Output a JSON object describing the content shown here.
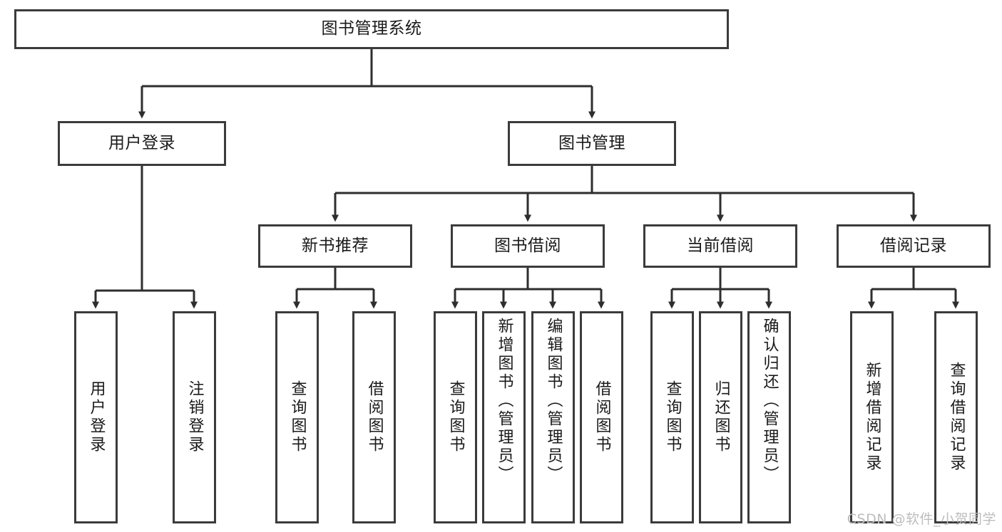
{
  "diagram": {
    "type": "tree-hierarchy-chart",
    "title_node": {
      "label": "图书管理系统"
    },
    "level2": [
      {
        "label": "用户登录"
      },
      {
        "label": "图书管理"
      }
    ],
    "level3": [
      {
        "label": "新书推荐"
      },
      {
        "label": "图书借阅"
      },
      {
        "label": "当前借阅"
      },
      {
        "label": "借阅记录"
      }
    ],
    "leaves": {
      "user_login": [
        {
          "label": "用户登录"
        },
        {
          "label": "注销登录"
        }
      ],
      "new_book_recommend": [
        {
          "label": "查询图书"
        },
        {
          "label": "借阅图书"
        }
      ],
      "book_borrow": [
        {
          "label": "查询图书"
        },
        {
          "label": "新增图书（管理员）"
        },
        {
          "label": "编辑图书（管理员）"
        },
        {
          "label": "借阅图书"
        }
      ],
      "current_borrow": [
        {
          "label": "查询图书"
        },
        {
          "label": "归还图书"
        },
        {
          "label": "确认归还（管理员）"
        }
      ],
      "borrow_record": [
        {
          "label": "新增借阅记录"
        },
        {
          "label": "查询借阅记录"
        }
      ]
    },
    "watermark": "CSDN @软件_小贺同学",
    "colors": {
      "stroke": "#3b3b3b",
      "text": "#1a1a1a",
      "background": "#ffffff",
      "watermark": "#bdbdbd"
    }
  }
}
